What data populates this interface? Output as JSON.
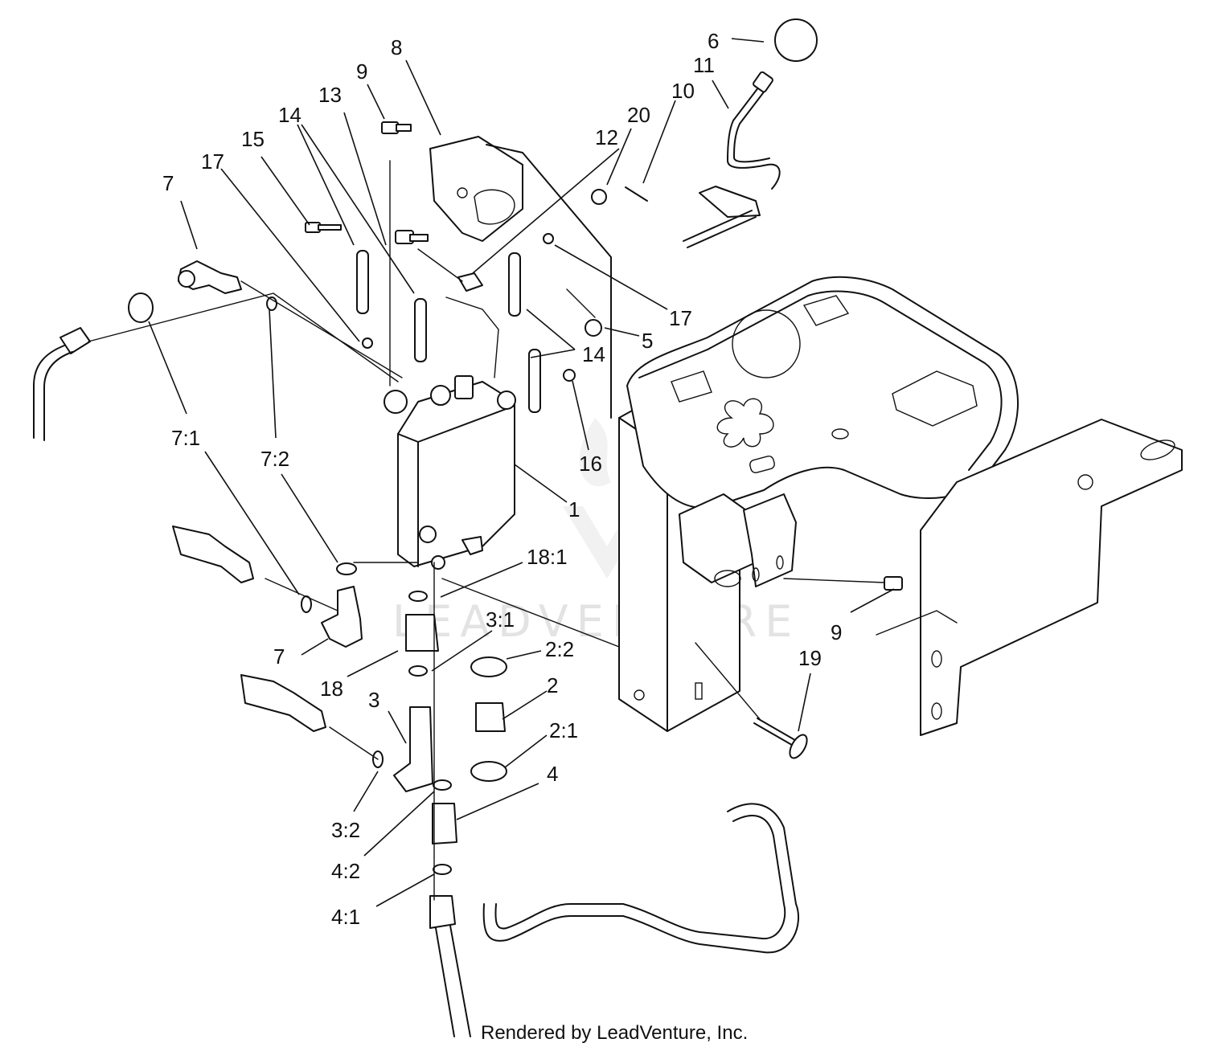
{
  "watermark": "LEADVENTURE",
  "credit": "Rendered by LeadVenture, Inc.",
  "callouts": [
    "8",
    "9",
    "6",
    "11",
    "10",
    "20",
    "12",
    "13",
    "14",
    "15",
    "17",
    "7",
    "17",
    "5",
    "14",
    "16",
    "1",
    "7:1",
    "7:2",
    "18:1",
    "3:1",
    "2:2",
    "2",
    "2:1",
    "7",
    "18",
    "3",
    "4",
    "3:2",
    "4:2",
    "4:1",
    "9",
    "19"
  ]
}
